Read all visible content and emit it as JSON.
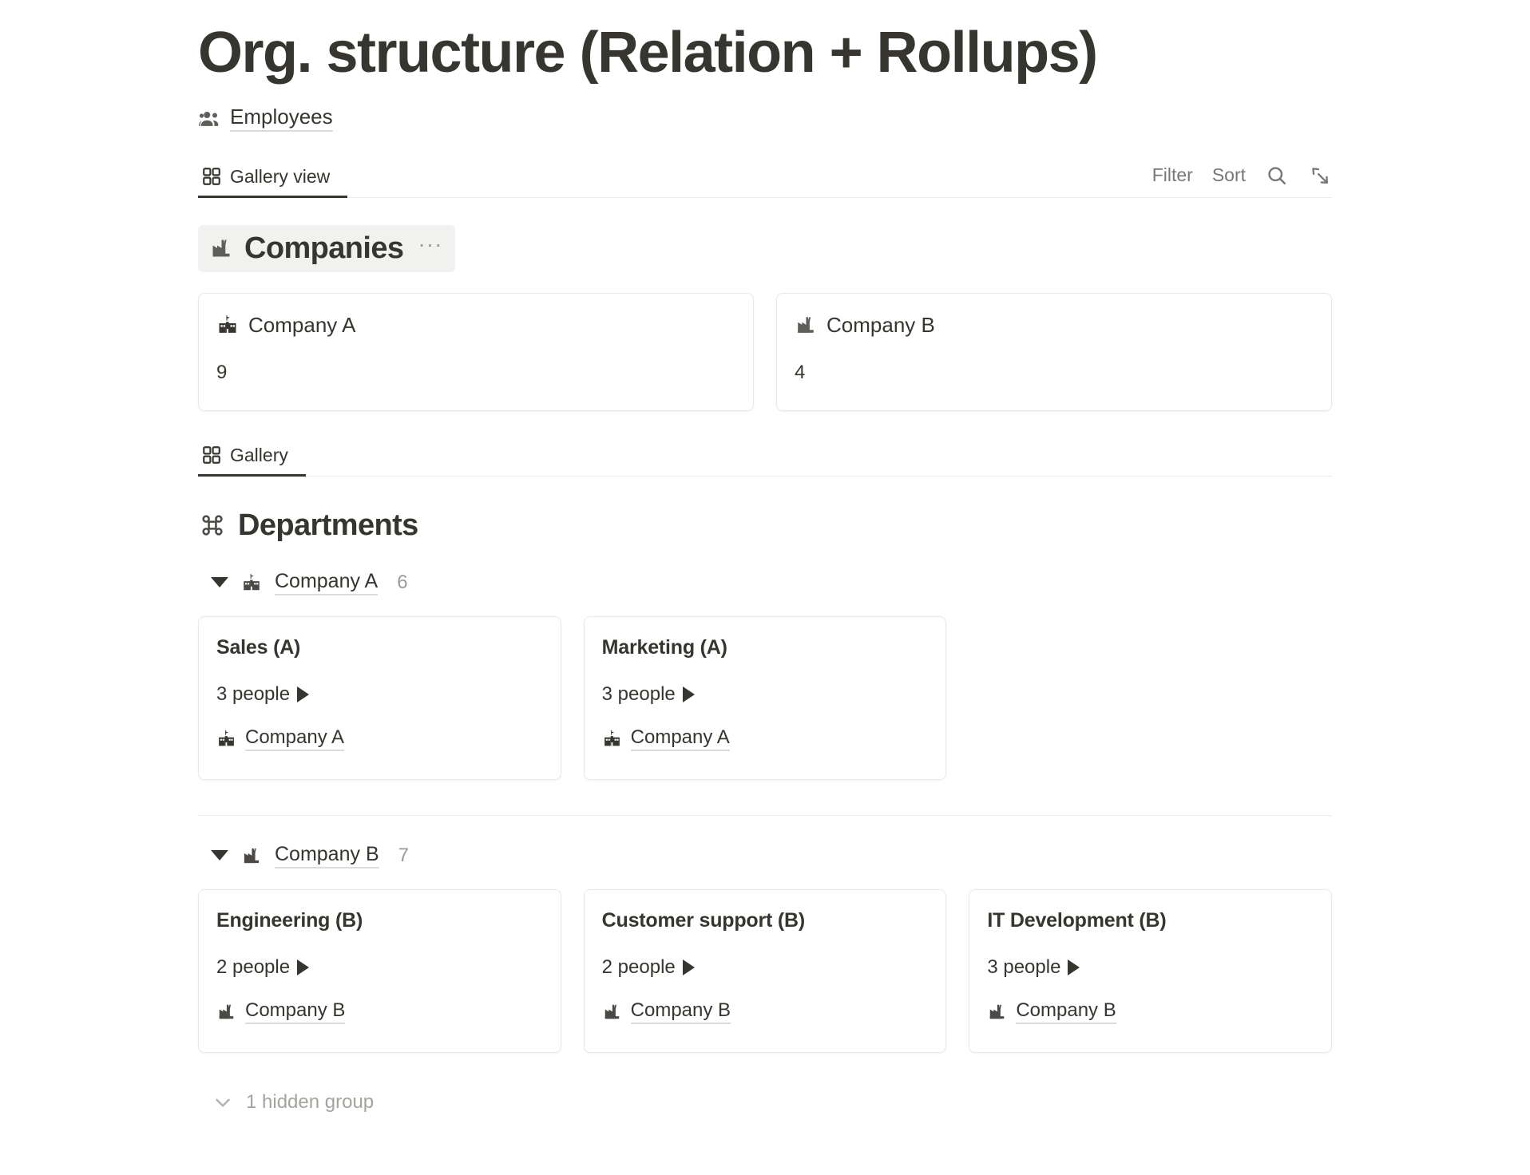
{
  "page": {
    "title": "Org. structure (Relation + Rollups)"
  },
  "source": {
    "icon": "people-icon",
    "label": "Employees"
  },
  "toolbar": {
    "view_tab_label": "Gallery view",
    "view_tab_icon": "gallery-grid-icon",
    "filter_label": "Filter",
    "sort_label": "Sort",
    "search_icon": "search-icon",
    "expand_icon": "expand-diagonal-icon"
  },
  "companies_section": {
    "icon": "factory-icon",
    "title": "Companies",
    "menu": "···",
    "cards": [
      {
        "icon": "school-building-icon",
        "name": "Company A",
        "count": "9"
      },
      {
        "icon": "factory-icon",
        "name": "Company B",
        "count": "4"
      }
    ]
  },
  "gallery_toolbar": {
    "view_tab_label": "Gallery",
    "view_tab_icon": "gallery-grid-icon"
  },
  "departments_section": {
    "icon": "command-icon",
    "title": "Departments",
    "groups": [
      {
        "icon": "school-building-icon",
        "name": "Company A",
        "count": "6",
        "cards": [
          {
            "title": "Sales (A)",
            "people": "3 people",
            "relation_icon": "school-building-icon",
            "relation": "Company A"
          },
          {
            "title": "Marketing (A)",
            "people": "3 people",
            "relation_icon": "school-building-icon",
            "relation": "Company A"
          }
        ]
      },
      {
        "icon": "factory-icon",
        "name": "Company B",
        "count": "7",
        "cards": [
          {
            "title": "Engineering (B)",
            "people": "2 people",
            "relation_icon": "factory-icon",
            "relation": "Company B"
          },
          {
            "title": "Customer support (B)",
            "people": "2 people",
            "relation_icon": "factory-icon",
            "relation": "Company B"
          },
          {
            "title": "IT Development (B)",
            "people": "3 people",
            "relation_icon": "factory-icon",
            "relation": "Company B"
          }
        ]
      }
    ]
  },
  "footer": {
    "hidden_group_icon": "chevron-down-icon",
    "hidden_group_label": "1 hidden group"
  }
}
